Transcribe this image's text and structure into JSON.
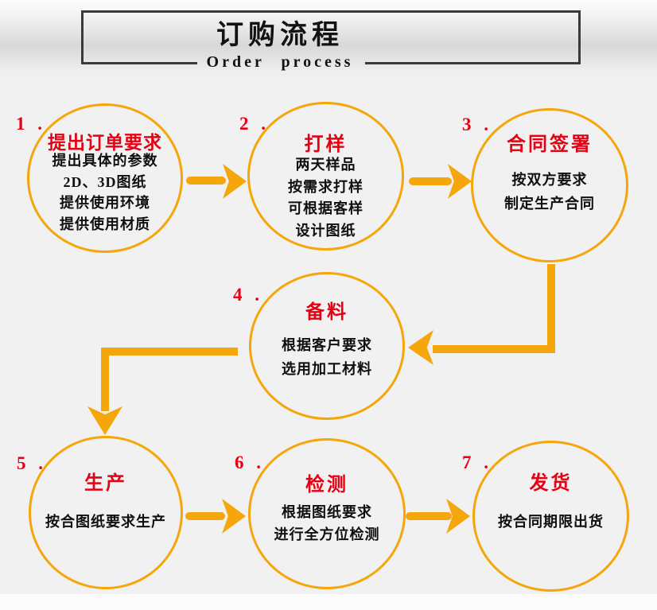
{
  "header": {
    "title_cn": "订购流程",
    "title_en": "Order process"
  },
  "colors": {
    "accent_orange": "#f5a60b",
    "accent_red": "#e60013",
    "text_black": "#0f0f0f",
    "header_border": "#3a3a3a",
    "background": "#f1f1f1"
  },
  "steps": [
    {
      "num": "1 .",
      "title": "提出订单要求",
      "lines": [
        "提出具体的参数",
        "2D、3D图纸",
        "提供使用环境",
        "提供使用材质"
      ]
    },
    {
      "num": "2 .",
      "title": "打样",
      "lines": [
        "两天样品",
        "按需求打样",
        "可根据客样",
        "设计图纸"
      ]
    },
    {
      "num": "3 .",
      "title": "合同签署",
      "lines": [
        "按双方要求",
        "制定生产合同"
      ]
    },
    {
      "num": "4 .",
      "title": "备料",
      "lines": [
        "根据客户要求",
        "选用加工材料"
      ]
    },
    {
      "num": "5 .",
      "title": "生产",
      "lines": [
        "按合图纸要求生产"
      ]
    },
    {
      "num": "6 .",
      "title": "检测",
      "lines": [
        "根据图纸要求",
        "进行全方位检测"
      ]
    },
    {
      "num": "7 .",
      "title": "发货",
      "lines": [
        "按合同期限出货"
      ]
    }
  ]
}
